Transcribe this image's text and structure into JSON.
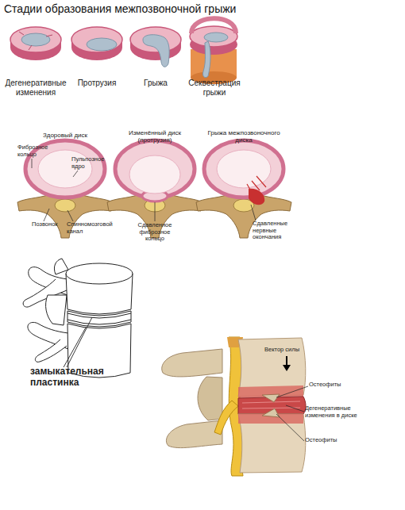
{
  "diagram": {
    "title": "Стадии образования межпозвоночной грыжи",
    "labels": [
      "Дегенеративные изменения",
      "Протрузия",
      "Грыжа",
      "Секвестрация грыжи",
      "Здоровый диск",
      "Изменённый диск (протрузия)",
      "Грыжа межпозвоночного диска",
      "Фиброзное кольцо",
      "Пульпозное ядро",
      "Позвонок",
      "Спинномозговой канал",
      "Сдавленное фиброзное кольцо",
      "Сдавленные нервные окончания",
      "замыкательная пластинка",
      "Вектор силы",
      "Остеофиты",
      "Дегенеративные изменения в диске",
      "Остеофиты"
    ]
  }
}
